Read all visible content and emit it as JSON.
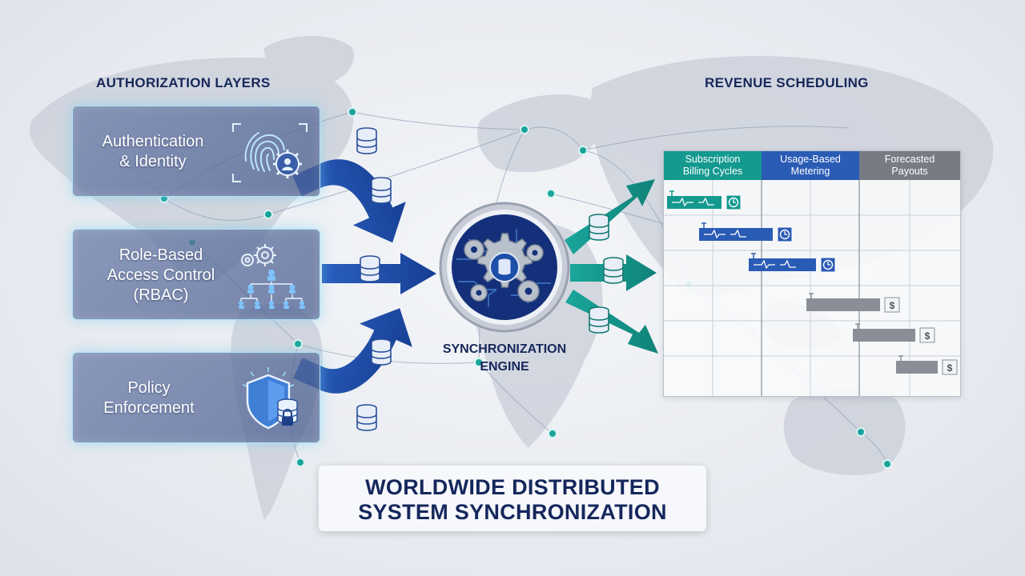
{
  "headings": {
    "authorization": "AUTHORIZATION LAYERS",
    "revenue": "REVENUE SCHEDULING"
  },
  "auth_layers": [
    {
      "label": "Authentication\n& Identity",
      "icon": "fingerprint-gear-icon"
    },
    {
      "label": "Role-Based\nAccess Control\n(RBAC)",
      "icon": "org-hierarchy-gears-icon"
    },
    {
      "label": "Policy\nEnforcement",
      "icon": "shield-database-lock-icon"
    }
  ],
  "engine": {
    "label": "SYNCHRONIZATION\nENGINE",
    "icon": "gears-circuit-icon"
  },
  "schedule": {
    "columns": [
      {
        "label": "Subscription\nBilling Cycles",
        "color": "#14998f"
      },
      {
        "label": "Usage-Based\nMetering",
        "color": "#2a5bb5"
      },
      {
        "label": "Forecasted\nPayouts",
        "color": "#777c84"
      }
    ],
    "items": [
      {
        "kind": "subscription",
        "icon": "clock-icon",
        "color": "#14998f"
      },
      {
        "kind": "usage",
        "icon": "clock-icon",
        "color": "#2a5bb5"
      },
      {
        "kind": "usage",
        "icon": "clock-icon",
        "color": "#2a5bb5"
      },
      {
        "kind": "payout",
        "icon": "dollar-icon",
        "color": "#8a8f97"
      },
      {
        "kind": "payout",
        "icon": "dollar-icon",
        "color": "#8a8f97"
      },
      {
        "kind": "payout",
        "icon": "dollar-icon",
        "color": "#8a8f97"
      }
    ]
  },
  "banner": {
    "title": "WORLDWIDE DISTRIBUTED\nSYSTEM SYNCHRONIZATION"
  },
  "colors": {
    "navy": "#16285a",
    "arrow_blue": "#1f4fa8",
    "arrow_teal": "#15968c",
    "node_teal": "#1aa39a"
  }
}
